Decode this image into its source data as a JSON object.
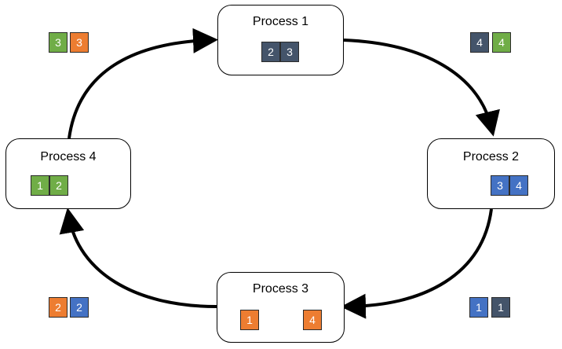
{
  "colors": {
    "dark": "#44546a",
    "blue": "#4472c4",
    "orange": "#ed7d31",
    "green": "#70ad47",
    "arrow": "#000000"
  },
  "processes": [
    {
      "label": "Process 1",
      "cells": [
        {
          "value": "2",
          "color": "dark"
        },
        {
          "value": "3",
          "color": "dark"
        }
      ]
    },
    {
      "label": "Process 2",
      "cells": [
        {
          "value": "3",
          "color": "blue"
        },
        {
          "value": "4",
          "color": "blue"
        }
      ]
    },
    {
      "label": "Process 3",
      "cells": [
        {
          "value": "1",
          "color": "orange"
        },
        {
          "value": "4",
          "color": "orange"
        }
      ]
    },
    {
      "label": "Process 4",
      "cells": [
        {
          "value": "1",
          "color": "green"
        },
        {
          "value": "2",
          "color": "green"
        }
      ]
    }
  ],
  "messages": [
    {
      "cells": [
        {
          "value": "3",
          "color": "green"
        },
        {
          "value": "3",
          "color": "orange"
        }
      ]
    },
    {
      "cells": [
        {
          "value": "4",
          "color": "dark"
        },
        {
          "value": "4",
          "color": "green"
        }
      ]
    },
    {
      "cells": [
        {
          "value": "1",
          "color": "blue"
        },
        {
          "value": "1",
          "color": "dark"
        }
      ]
    },
    {
      "cells": [
        {
          "value": "2",
          "color": "orange"
        },
        {
          "value": "2",
          "color": "blue"
        }
      ]
    }
  ]
}
